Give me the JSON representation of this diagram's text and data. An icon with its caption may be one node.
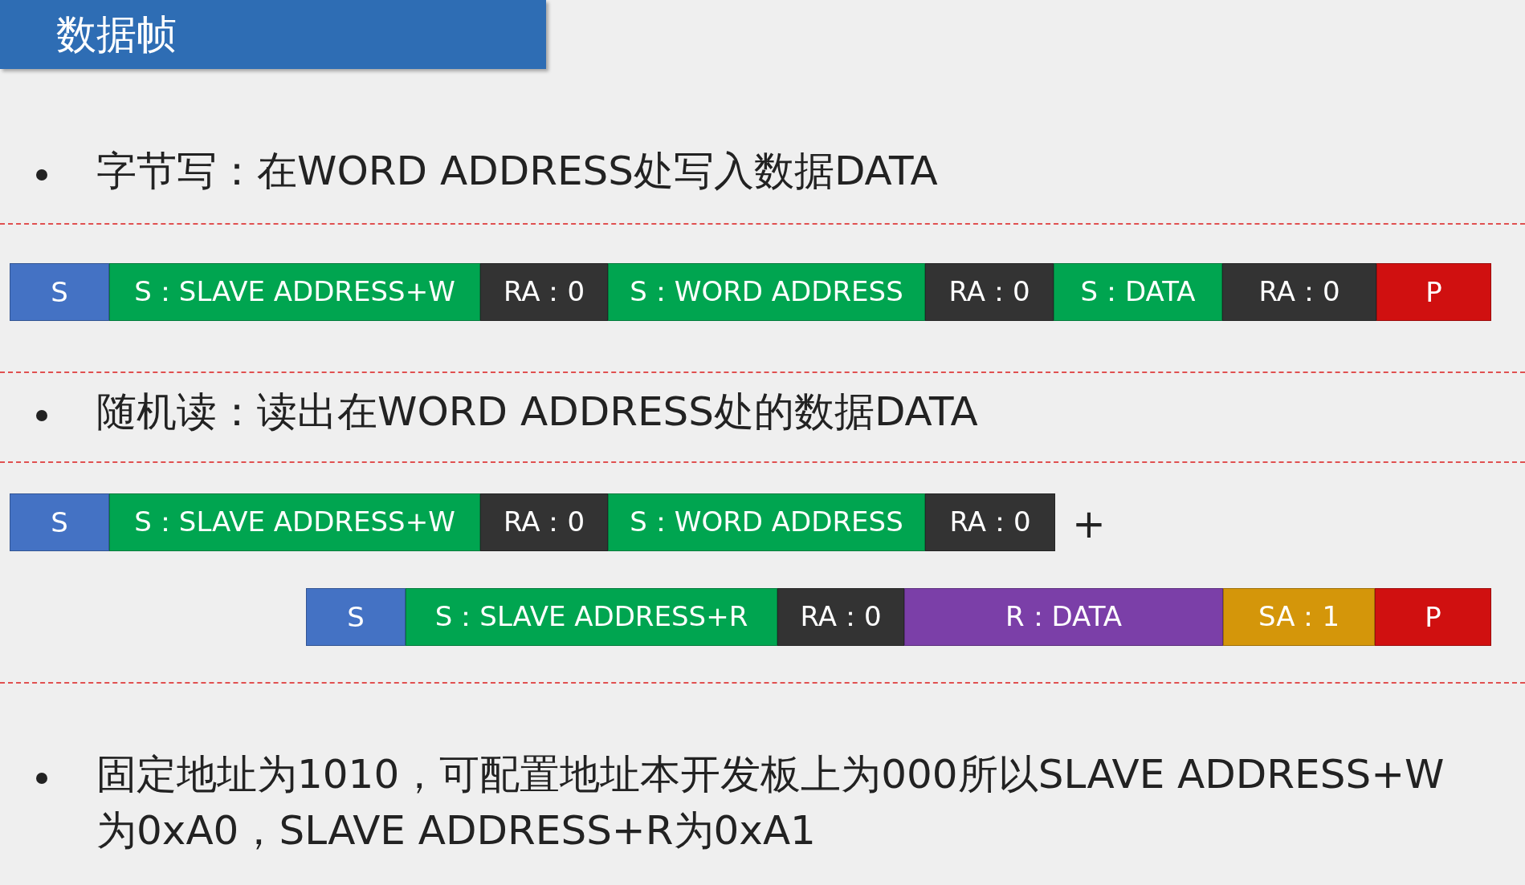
{
  "diagram": {
    "title": "数据帧",
    "nodes": [
      {
        "text": [
          "S"
        ]
      },
      {
        "text": [
          "S：SLAVE ADDRESS+W"
        ]
      },
      {
        "text": [
          "RA：0"
        ]
      },
      {
        "text": [
          "S：WORD ADDRESS"
        ]
      },
      {
        "text": [
          "RA：0"
        ]
      },
      {
        "text": [
          "S：DATA"
        ]
      },
      {
        "text": [
          "RA：0"
        ]
      },
      {
        "text": [
          "P"
        ]
      },
      {
        "text": [
          "S"
        ]
      },
      {
        "text": [
          "S：SLAVE ADDRESS+W"
        ]
      },
      {
        "text": [
          "RA：0"
        ]
      },
      {
        "text": [
          "S：WORD ADDRESS"
        ]
      },
      {
        "text": [
          "RA：0"
        ]
      },
      {
        "text": [
          "S"
        ]
      },
      {
        "text": [
          "S：SLAVE ADDRESS+R"
        ]
      },
      {
        "text": [
          "RA：0"
        ]
      },
      {
        "text": [
          "R：DATA"
        ]
      },
      {
        "text": [
          "SA：1"
        ]
      },
      {
        "text": [
          "P"
        ]
      }
    ],
    "edges": [],
    "labels": [
      "字节写：在WORD ADDRESS处写入数据DATA",
      "随机读：读出在WORD ADDRESS处的数据DATA",
      "+",
      "固定地址为1010，可配置地址本开发板上为000所以SLAVE ADDRESS+W为0xA0，SLAVE ADDRESS+R为0xA1"
    ]
  }
}
